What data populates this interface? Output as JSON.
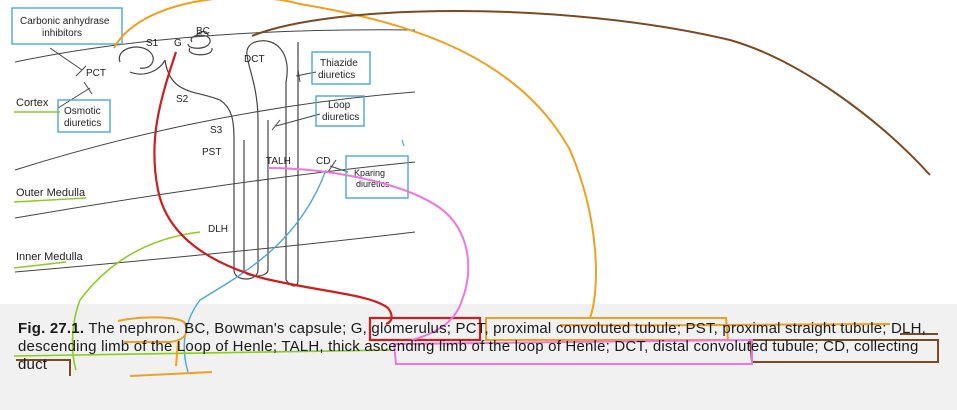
{
  "diagram": {
    "zones": {
      "cortex": "Cortex",
      "outer_medulla": "Outer Medulla",
      "inner_medulla": "Inner Medulla"
    },
    "segments": {
      "s1": "S1",
      "g": "G",
      "bc": "BC",
      "pct": "PCT",
      "s2": "S2",
      "s3": "S3",
      "pst": "PST",
      "dct": "DCT",
      "talh": "TALH",
      "cd": "CD",
      "dlh": "DLH"
    },
    "drugs": {
      "carbonic_line1": "Carbonic anhydrase",
      "carbonic_line2": "inhibitors",
      "osmotic_line1": "Osmotic",
      "osmotic_line2": "diuretics",
      "thiazide_line1": "Thiazide",
      "thiazide_line2": "diuretics",
      "loop_line1": "Loop",
      "loop_line2": "diuretics",
      "kparing_line1": "Kparing",
      "kparing_line2": "diuretics"
    }
  },
  "caption": {
    "fig_label": "Fig. 27.1.",
    "text": "The nephron. BC, Bowman's capsule; G, glomerulus; PCT, proximal convoluted tubule; PST, proximal straight tubule; DLH, descending limb of the Loop of Henle; TALH, thick ascending limb of the loop of Henle; DCT, distal convoluted tubule; CD, collecting duct"
  },
  "annotation_colors": {
    "blue": "#4aa8d8",
    "red": "#cc1f1f",
    "orange": "#f0a020",
    "brown": "#7a4a22",
    "green": "#8ccc22",
    "pink": "#ee77dd"
  }
}
